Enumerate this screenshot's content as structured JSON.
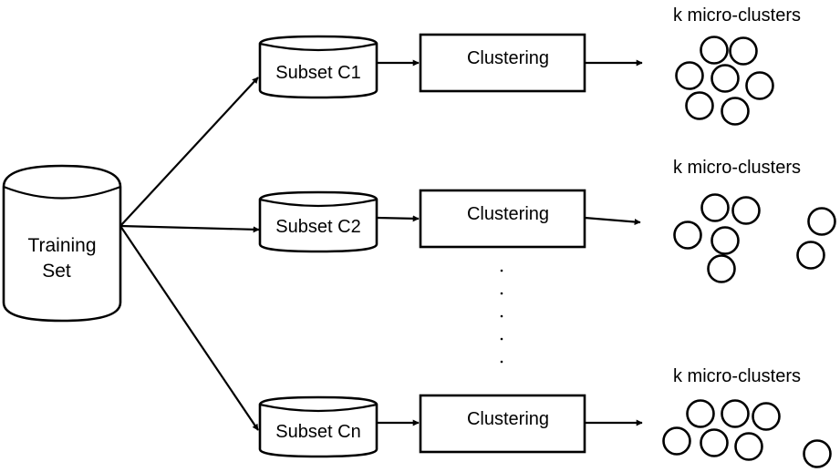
{
  "training_set": {
    "line1": "Training",
    "line2": "Set"
  },
  "rows": [
    {
      "subset": "Subset C1",
      "process": "Clustering",
      "output": "k micro-clusters"
    },
    {
      "subset": "Subset C2",
      "process": "Clustering",
      "output": "k micro-clusters"
    },
    {
      "subset": "Subset Cn",
      "process": "Clustering",
      "output": "k micro-clusters"
    }
  ],
  "colors": {
    "stroke": "#000000",
    "background": "#ffffff"
  }
}
